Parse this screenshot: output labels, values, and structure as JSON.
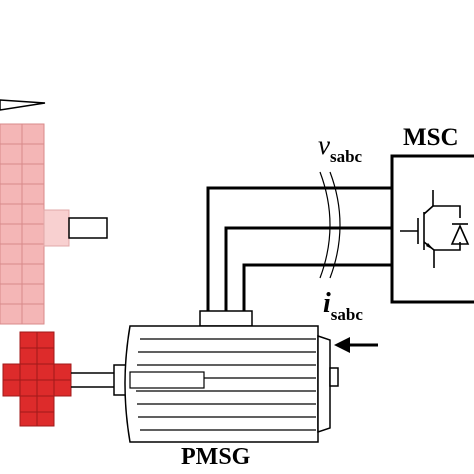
{
  "labels": {
    "converter": "MSC",
    "generator": "PMSG",
    "voltage_symbol": "v",
    "voltage_subscript": "sabc",
    "current_symbol": "i",
    "current_subscript": "sabc"
  },
  "colors": {
    "tower_fill": "#f4b6b6",
    "tower_stroke": "#d88a8a",
    "shaft_block": "#f8d0d0",
    "gear_fill": "#dd2b2b",
    "gear_stroke": "#a01a1a",
    "line": "#000000"
  }
}
